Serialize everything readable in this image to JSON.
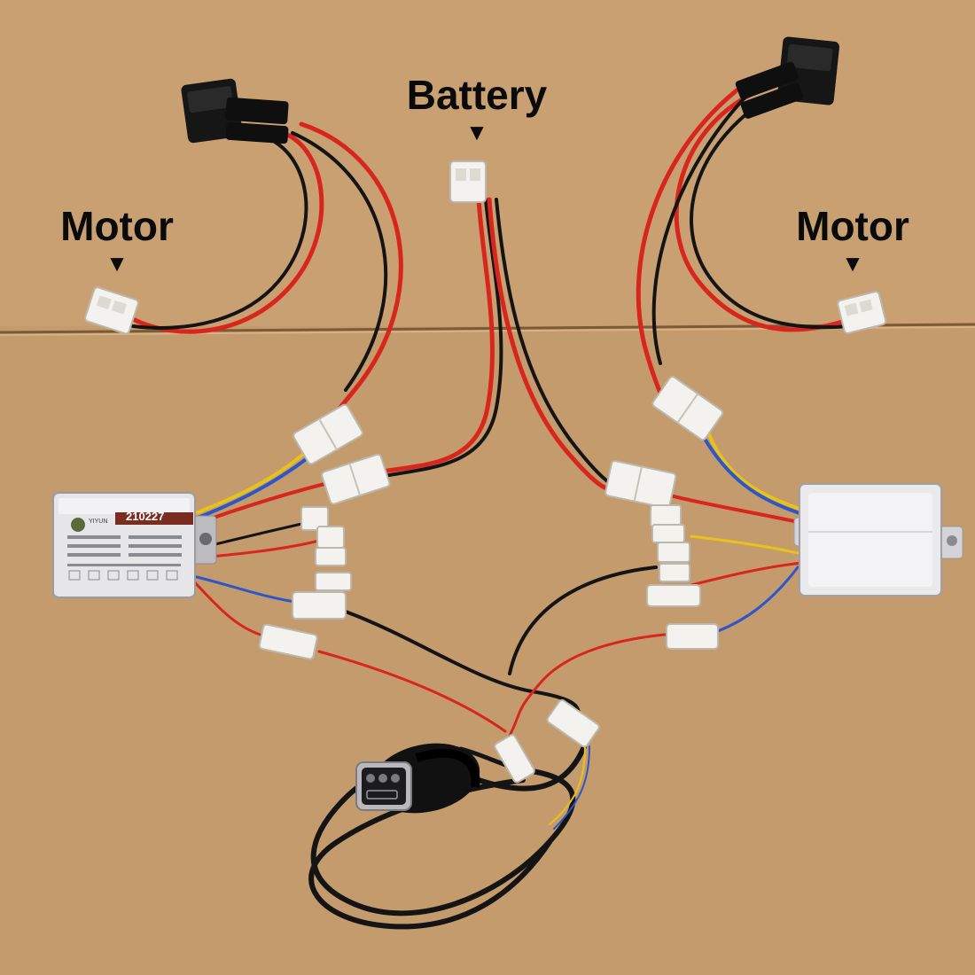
{
  "labels": {
    "battery": "Battery",
    "motor_left": "Motor",
    "motor_right": "Motor",
    "arrow_glyph": "▼"
  },
  "controller_left": {
    "model_code": "210227",
    "brand_text": "YIYUN"
  },
  "colors": {
    "cardboard": "#c49b6c",
    "wire_red": "#d8261f",
    "wire_black": "#141414",
    "wire_yellow": "#e7c21a",
    "wire_blue": "#2f56c8",
    "connector_white": "#f4f2ee",
    "controller_silver": "#e6e6e8"
  }
}
